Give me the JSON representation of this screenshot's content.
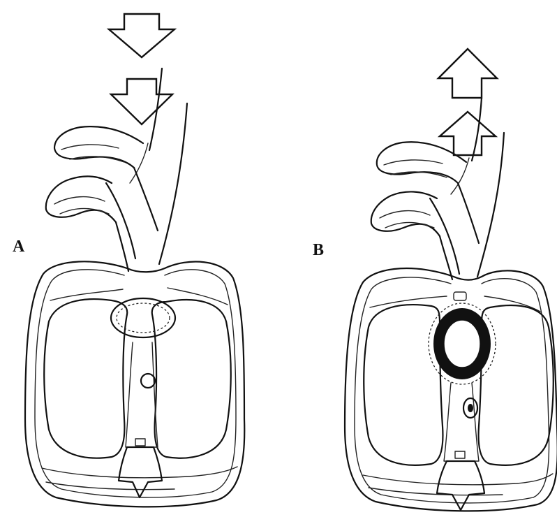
{
  "panels": [
    {
      "id": "A",
      "label": "A",
      "arrow_direction": "down",
      "arrow_count": 2
    },
    {
      "id": "B",
      "label": "B",
      "arrow_direction": "up",
      "arrow_count": 2
    }
  ],
  "colors": {
    "ink": "#111111",
    "background": "#ffffff"
  }
}
